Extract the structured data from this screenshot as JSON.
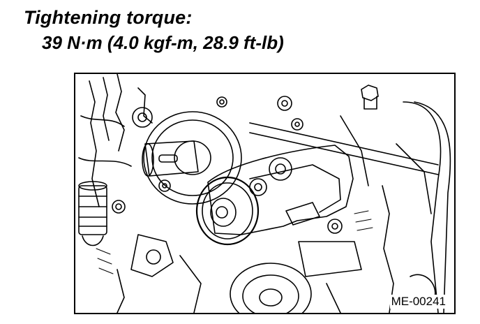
{
  "spec": {
    "title": "Tightening torque:",
    "value": "39 N·m (4.0 kgf-m, 28.9 ft-lb)"
  },
  "figure": {
    "code": "ME-00241"
  }
}
